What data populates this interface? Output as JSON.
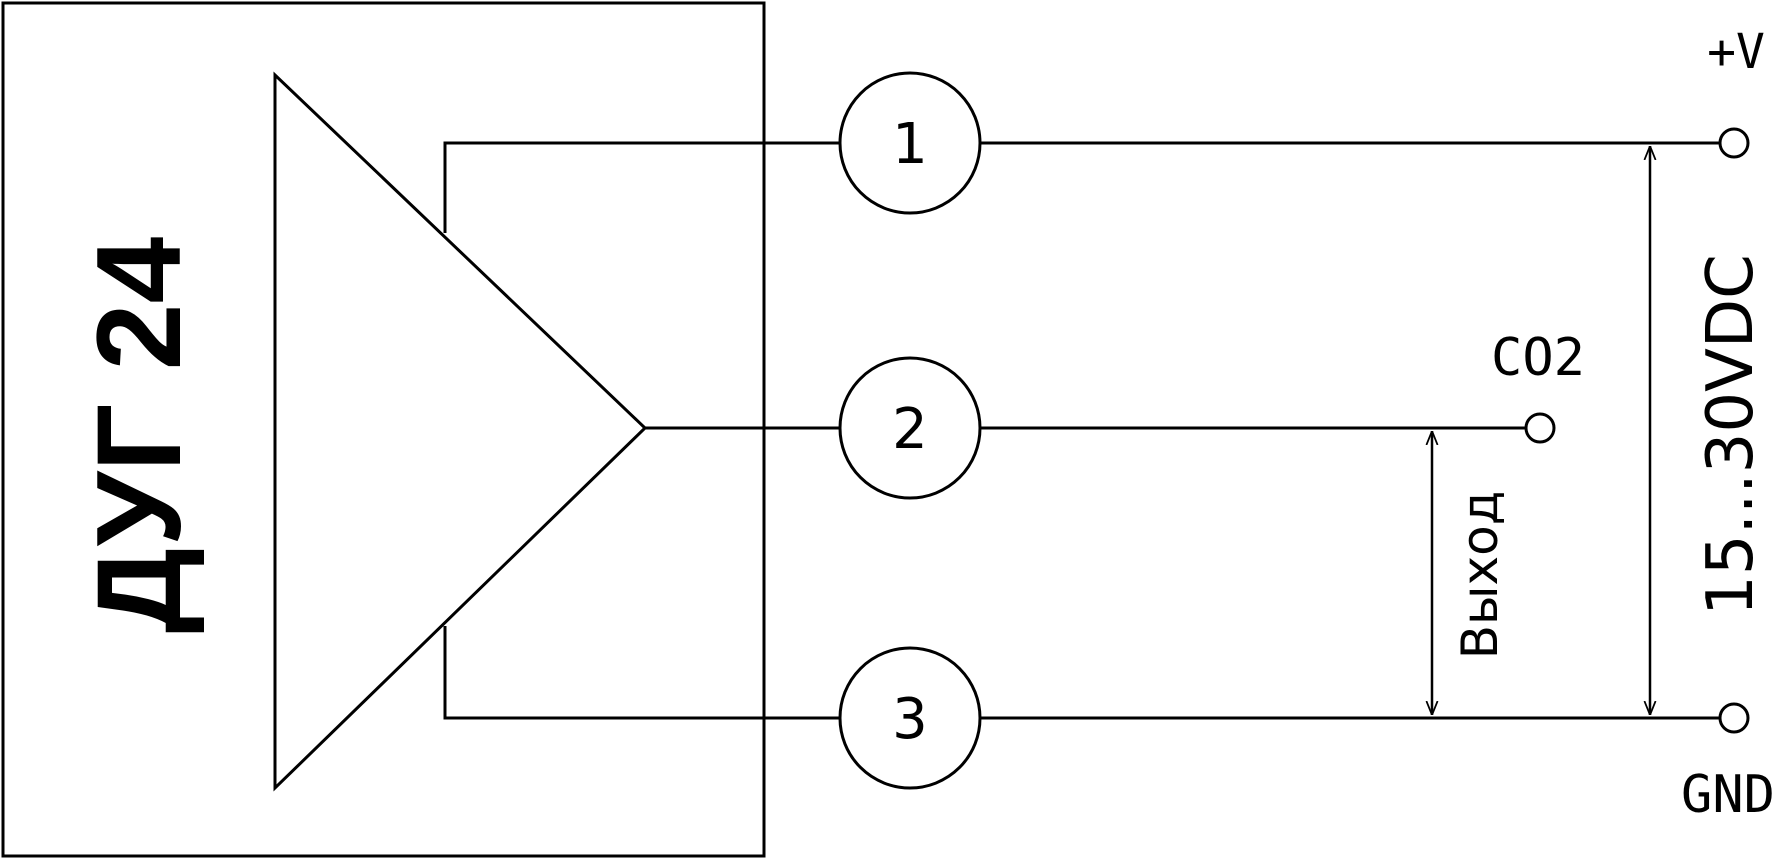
{
  "device": {
    "title": "ДУГ 24"
  },
  "pins": [
    {
      "number": "1"
    },
    {
      "number": "2"
    },
    {
      "number": "3"
    }
  ],
  "terminals": {
    "supply_label": "+V",
    "output_label": "CO2",
    "ground_label": "GND"
  },
  "dimensions": {
    "output_label": "Выход",
    "supply_label": "15...30VDC"
  },
  "colors": {
    "line": "#000000",
    "background": "#ffffff"
  }
}
